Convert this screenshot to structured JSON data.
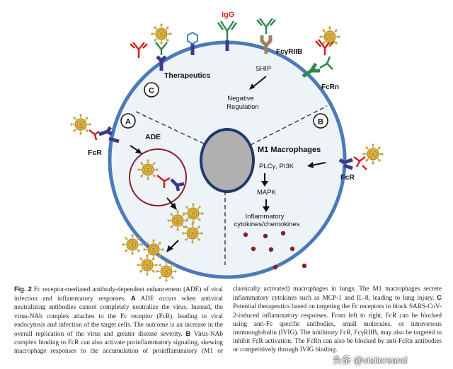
{
  "figure": {
    "labels": {
      "igg": "IgG",
      "fcgriib": "FcγRIIB",
      "fcrn": "FcRn",
      "therapeutics": "Therapeutics",
      "panel_c": "C",
      "panel_a": "A",
      "panel_b": "B",
      "ship": "SHIP",
      "negative": "Negative",
      "regulation": "Regulation",
      "ade": "ADE",
      "fcr_left": "FcR",
      "fcr_right": "FcR",
      "m1": "M1 Macrophages",
      "plc": "PLCγ, PI3K",
      "mapk": "MAPK",
      "inflam1": "Inflammatory",
      "inflam2": "cytokines/chemokines"
    },
    "colors": {
      "membrane": "#4a7ab8",
      "cell_fill": "#eef3f8",
      "nucleus": "#b0b0b0",
      "virus": "#e6b840",
      "igg": "#2f8a4e",
      "receptor": "#3a3a8a",
      "fcgriib": "#a08060",
      "red_ab": "#cc2222",
      "endosome": "#8a1f2a"
    },
    "icons": [
      "virus-icon",
      "antibody-icon",
      "receptor-icon",
      "arrow-icon",
      "hexagon-small-molecule-icon"
    ]
  },
  "caption": {
    "fig_label": "Fig. 2",
    "part1": " Fc receptor-mediated antibody-dependent enhancement (ADE) of viral infection and inflammatory responses. ",
    "a_label": "A",
    "part2": " ADE occurs when antiviral neutralizing antibodies cannot completely neutralize the virus. Instead, the virus-NAb complex attaches to the Fc receptor (FcR), leading to viral endocytosis and infection of the target cells. The outcome is an increase in the overall replication of the virus and greater disease severity. ",
    "b_label": "B",
    "part3": " Virus-NAb complex binding to FcR can also activate proinflammatory signaling, skewing macrophage responses to the accumulation of proinflammatory (M1 or classically activated) macrophages in lungs. The M1 macrophages secrete inflammatory cytokines such as MCP-1 and IL-8, leading to lung injury. ",
    "c_label": "C",
    "part4": " Potential therapeutics based on targeting the Fc receptors to block SARS-CoV-2-induced inflammatory responses. From left to right, FcR can be blocked using anti-Fc specific antibodies, small molecules, or intravenous immunoglobulin (IVIG). The inhibitory FcR, FcγRIIB, may also be targeted to inhibit FcR activation. The FcRn can also be blocked by anti-FcRn antibodies or competitively through IVIG binding."
  },
  "watermark": "头条 @visitorsand"
}
